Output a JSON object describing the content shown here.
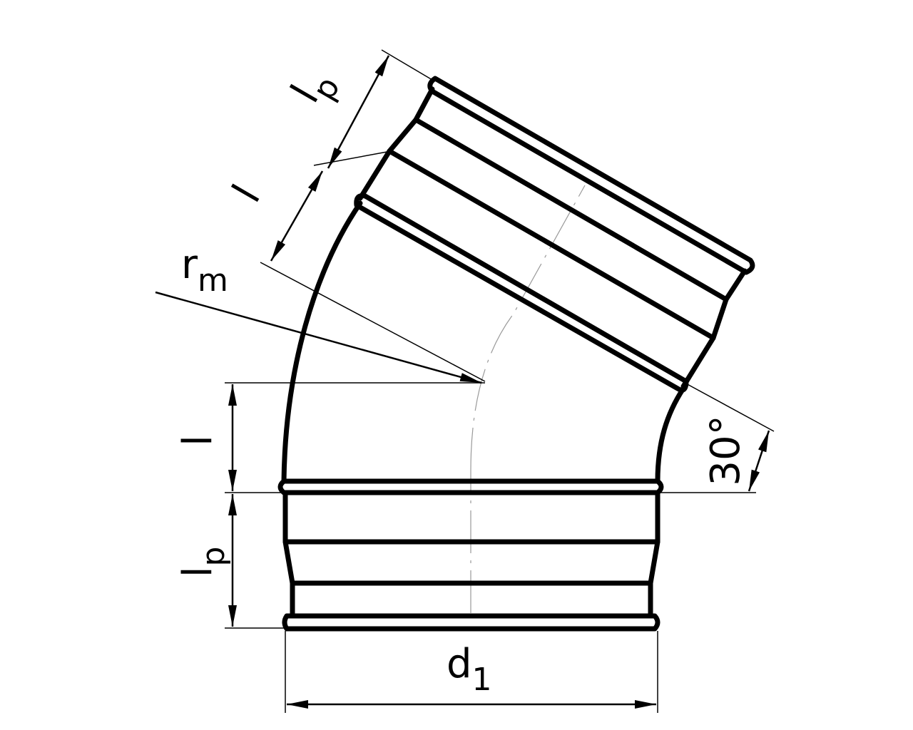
{
  "diagram": {
    "type": "technical drawing",
    "subject": "30-degree segmented duct bend",
    "line_color": "#000000",
    "background": "#ffffff",
    "labels": {
      "diameter": {
        "main": "d",
        "sub": "1"
      },
      "radius": {
        "main": "r",
        "sub": "m"
      },
      "angle": "30°",
      "length_bottom": "l",
      "socket_bottom": {
        "main": "l",
        "sub": "p"
      },
      "length_top": "l",
      "socket_top": {
        "main": "l",
        "sub": "p"
      }
    }
  }
}
